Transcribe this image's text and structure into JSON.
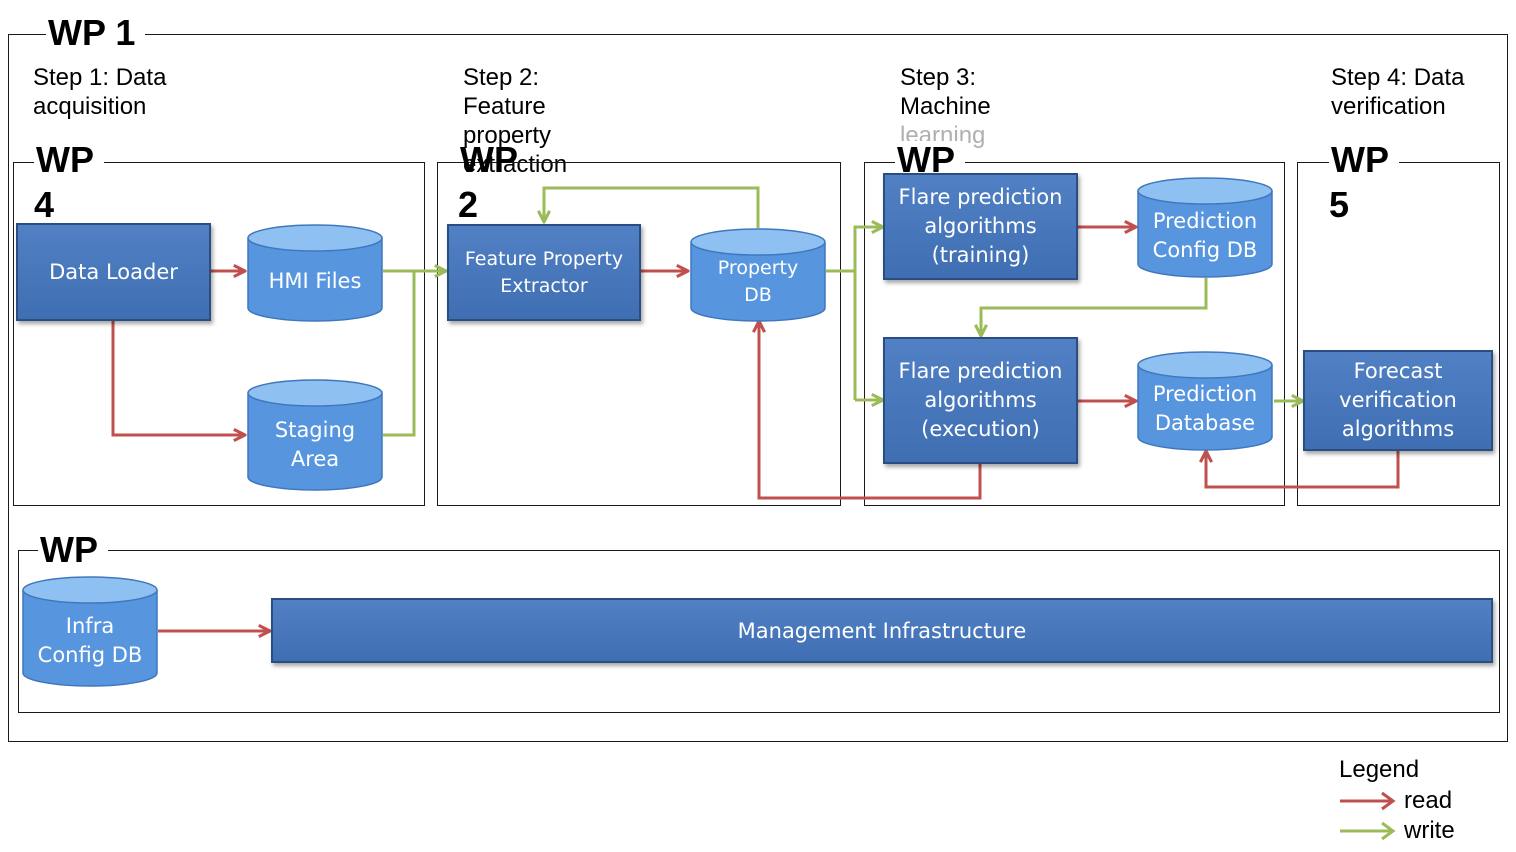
{
  "wp1": {
    "title": "WP 1"
  },
  "steps": [
    {
      "text": "Step 1: Data\nacquisition"
    },
    {
      "text": "Step 2:\nFeature\nproperty\nextraction"
    },
    {
      "text": "Step 3:\nMachine",
      "faded": "learning"
    },
    {
      "text": "Step 4: Data\nverification"
    }
  ],
  "panels": {
    "wp4": {
      "title": "WP",
      "num": "4"
    },
    "wp2": {
      "title": "WP",
      "num": "2"
    },
    "wp3": {
      "title": "WP"
    },
    "wp5": {
      "title": "WP",
      "num": "5"
    },
    "wp_infra": {
      "title": "WP"
    }
  },
  "nodes": {
    "data_loader": "Data Loader",
    "hmi_files": "HMI Files",
    "staging_area": "Staging\nArea",
    "feature_extractor": "Feature Property\nExtractor",
    "property_db": "Property\nDB",
    "flare_training": "Flare prediction\nalgorithms\n(training)",
    "prediction_config_db": "Prediction\nConfig DB",
    "flare_execution": "Flare prediction\nalgorithms\n(execution)",
    "prediction_database": "Prediction\nDatabase",
    "forecast_verification": "Forecast\nverification\nalgorithms",
    "infra_config_db": "Infra\nConfig DB",
    "management_infra": "Management Infrastructure"
  },
  "legend": {
    "title": "Legend",
    "read": "read",
    "write": "write"
  },
  "colors": {
    "read": "#c0504d",
    "write": "#9bbb59",
    "box_fill": "#4a7bbf",
    "box_border": "#2a4e82",
    "cylinder_fill": "#5c9ae0"
  }
}
